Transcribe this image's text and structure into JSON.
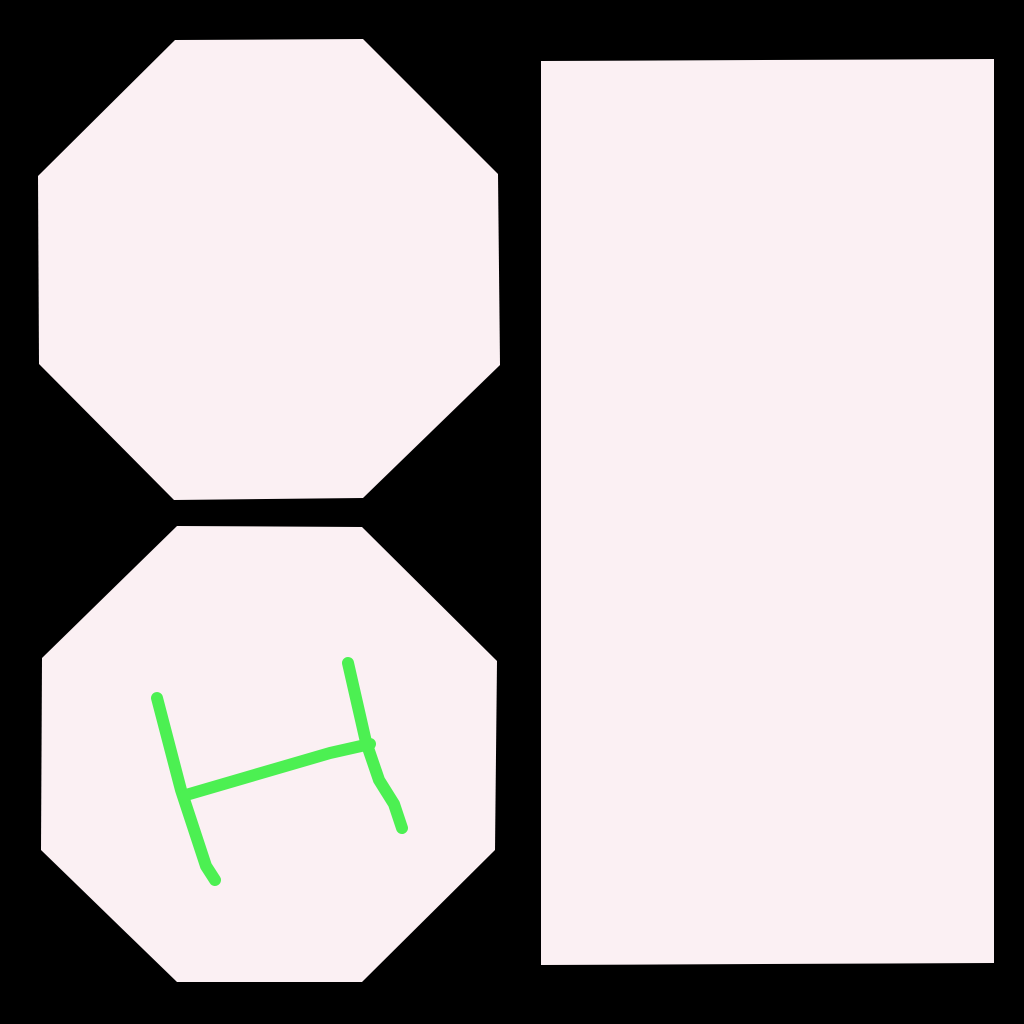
{
  "colors": {
    "background": "#000000",
    "panel_fill": "#fbf0f3",
    "stroke": "#4cf052"
  },
  "panels": [
    {
      "id": "top-left",
      "shape": "octagon",
      "content": ""
    },
    {
      "id": "bottom-left",
      "shape": "octagon",
      "content": "handwritten-H"
    },
    {
      "id": "right",
      "shape": "rectangle",
      "content": ""
    }
  ]
}
